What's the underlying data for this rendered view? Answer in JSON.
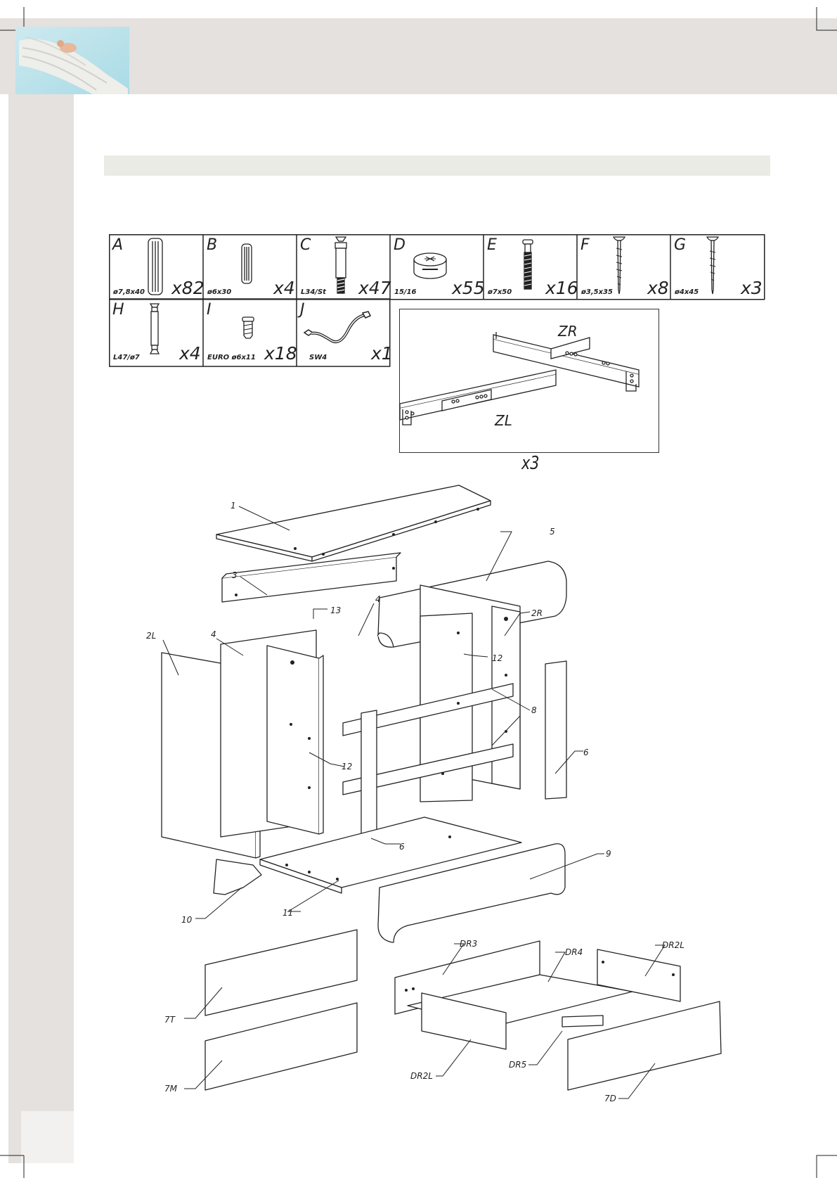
{
  "brand_colors": {
    "band": "#e4e1de",
    "section_bar": "#ebebe6",
    "line": "#222222"
  },
  "logo": {
    "icon": "angel-on-wings-logo"
  },
  "hardware": [
    {
      "letter": "A",
      "spec": "ø7,8x40",
      "qty": "x82",
      "icon": "wooden-dowel-icon"
    },
    {
      "letter": "B",
      "spec": "ø6x30",
      "qty": "x4",
      "icon": "small-dowel-icon"
    },
    {
      "letter": "C",
      "spec": "L34/St",
      "qty": "x47",
      "icon": "cam-bolt-icon"
    },
    {
      "letter": "D",
      "spec": "15/16",
      "qty": "x55",
      "icon": "cam-lock-icon"
    },
    {
      "letter": "E",
      "spec": "ø7x50",
      "qty": "x16",
      "icon": "confirmat-screw-icon"
    },
    {
      "letter": "F",
      "spec": "ø3,5x35",
      "qty": "x8",
      "icon": "screw-icon"
    },
    {
      "letter": "G",
      "spec": "ø4x45",
      "qty": "x3",
      "icon": "screw-icon"
    },
    {
      "letter": "H",
      "spec": "L47/ø7",
      "qty": "x4",
      "icon": "double-cam-bolt-icon"
    },
    {
      "letter": "I",
      "spec": "EURO ø6x11",
      "qty": "x18",
      "icon": "euro-screw-icon"
    },
    {
      "letter": "J",
      "spec": "SW4",
      "qty": "x1",
      "icon": "hex-key-icon"
    }
  ],
  "drawer_slides": {
    "right_label": "ZR",
    "left_label": "ZL",
    "qty": "x3"
  },
  "parts": {
    "top": "1",
    "side_left": "2L",
    "side_right": "2R",
    "rail": "3",
    "back_left": "4",
    "back_right": "4",
    "headboard": "5",
    "post_front": "6",
    "post_right": "6",
    "drawer_front_top": "7T",
    "drawer_front_middle": "7M",
    "drawer_front_bottom": "7D",
    "cross_bars": "8",
    "footboard": "9",
    "foot_left": "10",
    "bottom": "11",
    "divider_left": "12",
    "divider_right": "12",
    "back_strip": "13",
    "drawer_back": "DR3",
    "drawer_bottom": "DR4",
    "drawer_side_left": "DR2L",
    "drawer_side_right": "DR2L",
    "drawer_support": "DR5"
  }
}
